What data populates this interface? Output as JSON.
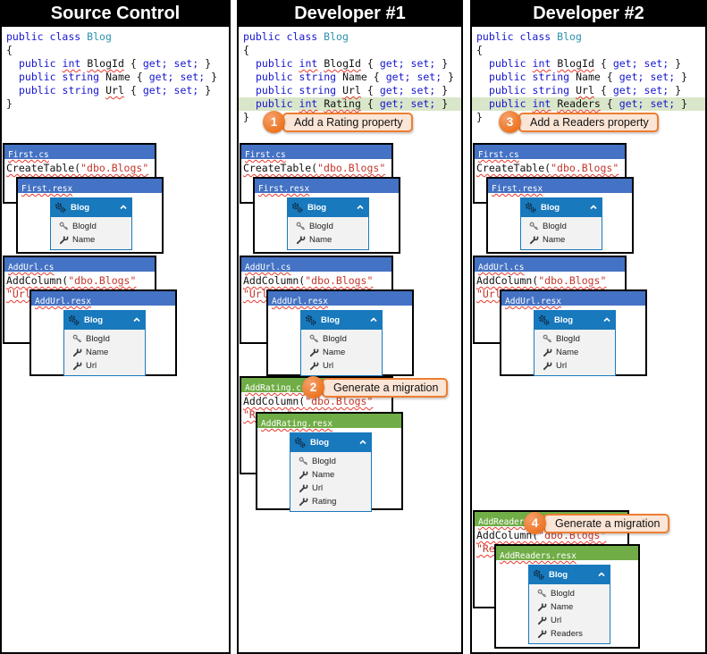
{
  "titles": {
    "col1": "Source Control",
    "col2": "Developer #1",
    "col3": "Developer #2"
  },
  "code": {
    "public": "public",
    "class": "class",
    "int": "int",
    "string": "string",
    "get": "get;",
    "set": "set;",
    "blog": "Blog",
    "lbrace": "{",
    "rbrace": "}",
    "blogid": "BlogId",
    "name": "Name",
    "url": "Url",
    "rating": "Rating",
    "readers": "Readers"
  },
  "files": {
    "first_cs": {
      "name": "First.cs",
      "fn": "CreateTable(",
      "arg": "\"dbo.Blogs\""
    },
    "first_resx": {
      "name": "First.resx"
    },
    "addurl_cs": {
      "name": "AddUrl.cs",
      "fn": "AddColumn(",
      "arg": "\"dbo.Blogs\"",
      "arg2": "\"Url\","
    },
    "addurl_resx": {
      "name": "AddUrl.resx"
    },
    "addrating_cs": {
      "name": "AddRating.cs",
      "fn": "AddColumn(",
      "arg": "\"dbo.Blogs\"",
      "arg2": "\"Rating\","
    },
    "addrating_resx": {
      "name": "AddRating.resx"
    },
    "addreaders_cs": {
      "name": "AddReaders.cs",
      "fn": "AddColumn(",
      "arg": "\"dbo.Blogs\"",
      "arg2": "\"Readers\","
    },
    "addreaders_resx": {
      "name": "AddReaders.resx"
    }
  },
  "entity": {
    "title": "Blog",
    "blogid": "BlogId",
    "name": "Name",
    "url": "Url",
    "rating": "Rating",
    "readers": "Readers"
  },
  "callouts": {
    "c1": {
      "num": "1",
      "label": "Add a Rating property"
    },
    "c2": {
      "num": "2",
      "label": "Generate a migration"
    },
    "c3": {
      "num": "3",
      "label": "Add a Readers property"
    },
    "c4": {
      "num": "4",
      "label": "Generate a migration"
    }
  },
  "colors": {
    "keyword": "#1515d0",
    "type": "#2b91af",
    "string_literal": "#c5362c",
    "highlight": "#d9e6c9",
    "card_blue": "#4472c4",
    "card_green": "#70ad47",
    "entity_blue": "#1879bd",
    "callout_orange": "#ed7d31",
    "callout_fill": "#fbe5d6"
  }
}
